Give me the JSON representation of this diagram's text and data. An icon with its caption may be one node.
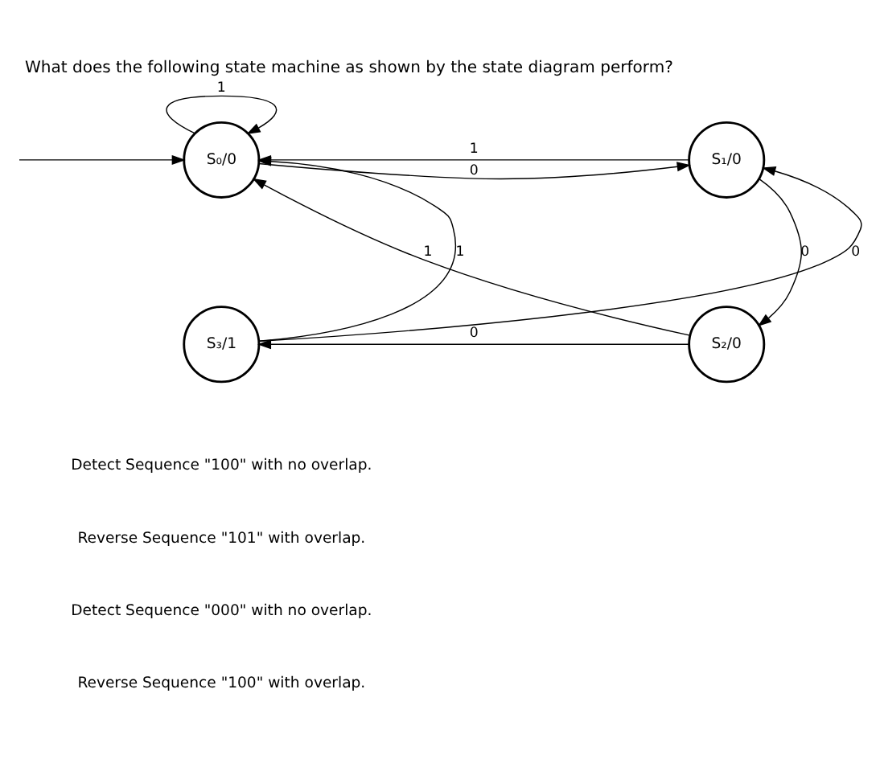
{
  "diagram": {
    "title": "What does the following state machine as shown by the state diagram perform?",
    "nodes": [
      {
        "text": [
          "S₀/0"
        ]
      },
      {
        "text": [
          "S₁/0"
        ]
      },
      {
        "text": [
          "S₂/0"
        ]
      },
      {
        "text": [
          "S₃/1"
        ]
      }
    ],
    "edges": [
      {
        "from": null,
        "to": 0,
        "arrow": "to"
      },
      {
        "from": 0,
        "to": 0,
        "arrow": "to",
        "label": "1"
      },
      {
        "from": 1,
        "to": 0,
        "arrow": "to",
        "label": "1"
      },
      {
        "from": 0,
        "to": 1,
        "arrow": "to",
        "label": "0"
      },
      {
        "from": 1,
        "to": 2,
        "arrow": "to",
        "label": "0"
      },
      {
        "from": 2,
        "to": 0,
        "arrow": "to",
        "label": "1"
      },
      {
        "from": 2,
        "to": 3,
        "arrow": "to",
        "label": "0"
      },
      {
        "from": 3,
        "to": 0,
        "arrow": "to",
        "label": "1"
      },
      {
        "from": 3,
        "to": 1,
        "arrow": "to",
        "label": "0"
      }
    ],
    "labels": [
      "Detect Sequence \"100\" with no overlap.",
      "Reverse Sequence \"101\" with overlap.",
      "Detect Sequence \"000\" with no overlap.",
      "Reverse Sequence \"100\" with overlap."
    ]
  }
}
